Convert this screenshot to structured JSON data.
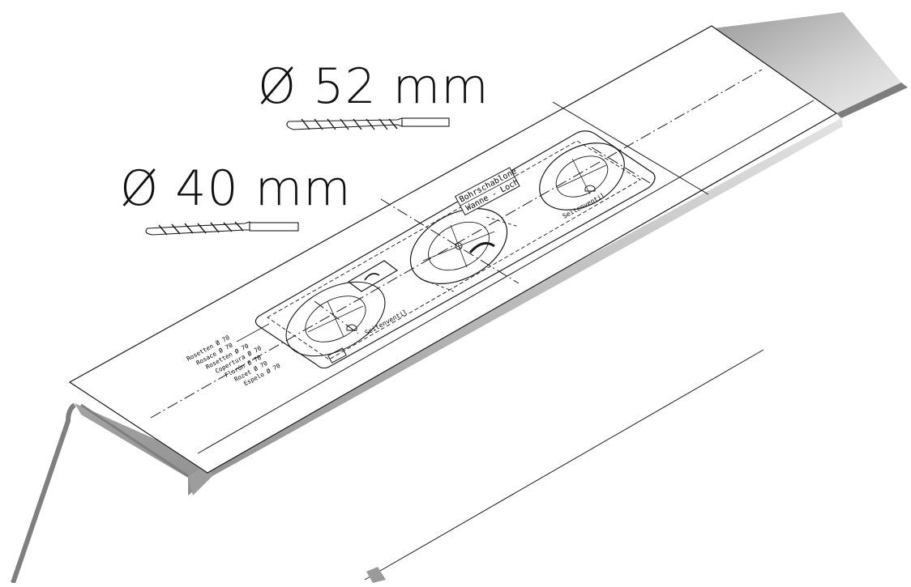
{
  "drill_sizes": [
    {
      "label": "Ø 52 mm"
    },
    {
      "label": "Ø 40 mm"
    }
  ],
  "template": {
    "box_line1": "Bohrschablone",
    "box_line2": "Wanne - Loch",
    "valve_label_left": "Seitenventil",
    "valve_label_right": "Seitenventil",
    "rosette_list": [
      "Rosetten Ø 70",
      "Rosace Ø 70",
      "Rosetten Ø 70",
      "Copertura Ø 70",
      "Florón Ø 70",
      "Rozet Ø 70",
      "Espelo Ø 70"
    ]
  },
  "colors": {
    "line": "#1a1a1a",
    "tub_shade_dark": "#8c8c8c",
    "tub_shade_light": "#d6d6d6",
    "paper": "#ffffff"
  }
}
